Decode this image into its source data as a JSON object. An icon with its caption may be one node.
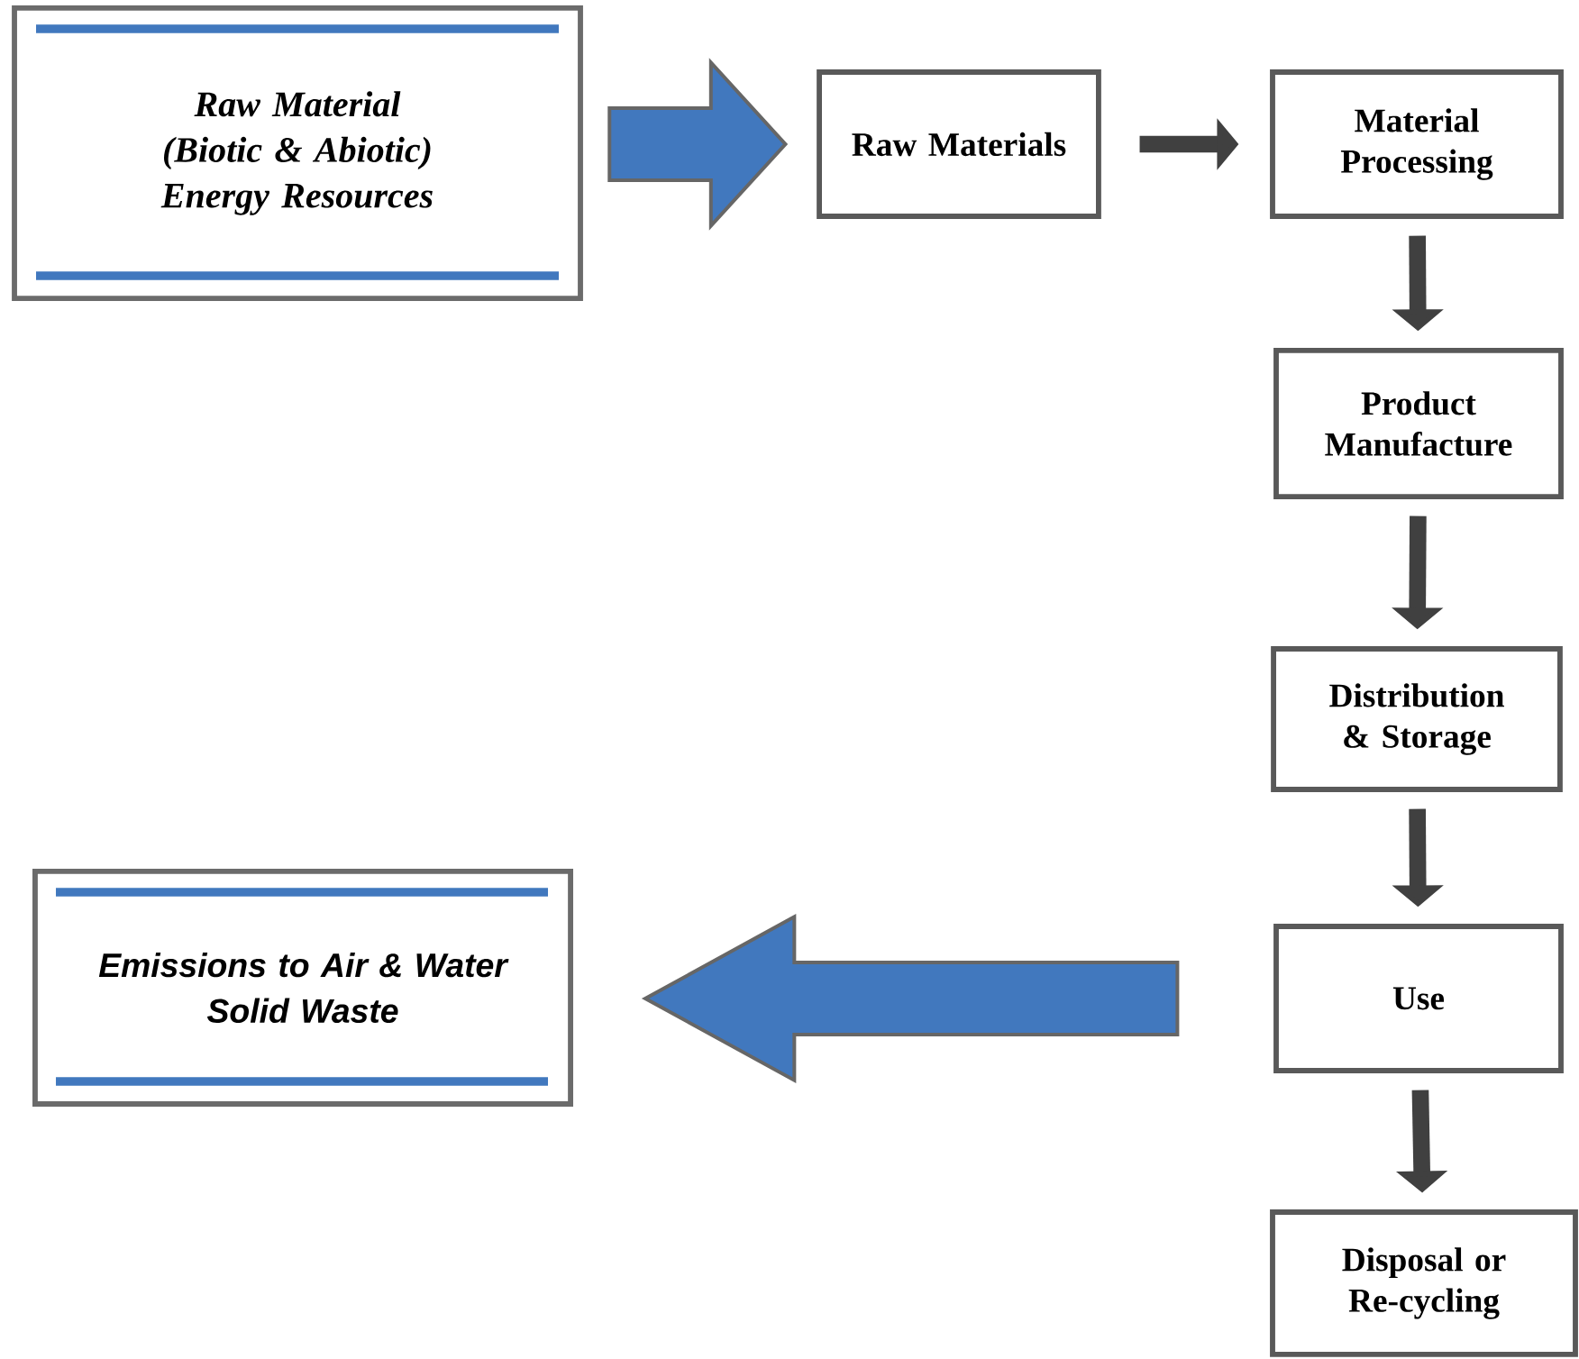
{
  "diagram": {
    "nodes": [
      {
        "text": [
          "Raw Material (Biotic & Abiotic)",
          "Energy Resources"
        ]
      },
      {
        "text": [
          "Raw Materials"
        ]
      },
      {
        "text": [
          "Material Processing"
        ]
      },
      {
        "text": [
          "Product Manufacture"
        ]
      },
      {
        "text": [
          "Distribution & Storage"
        ]
      },
      {
        "text": [
          "Use"
        ]
      },
      {
        "text": [
          "Disposal or Re-cycling"
        ]
      },
      {
        "text": [
          "Emissions to Air & Water",
          "Solid Waste"
        ]
      }
    ],
    "edges": [
      {
        "from": 0,
        "to": 1,
        "arrow": "to",
        "style": "thick",
        "color": "#4178be"
      },
      {
        "from": 1,
        "to": 2,
        "arrow": "to"
      },
      {
        "from": 2,
        "to": 3,
        "arrow": "to"
      },
      {
        "from": 3,
        "to": 4,
        "arrow": "to"
      },
      {
        "from": 4,
        "to": 5,
        "arrow": "to"
      },
      {
        "from": 5,
        "to": 6,
        "arrow": "to"
      },
      {
        "from": 5,
        "to": 7,
        "arrow": "to",
        "style": "thick",
        "color": "#4178be"
      }
    ]
  }
}
